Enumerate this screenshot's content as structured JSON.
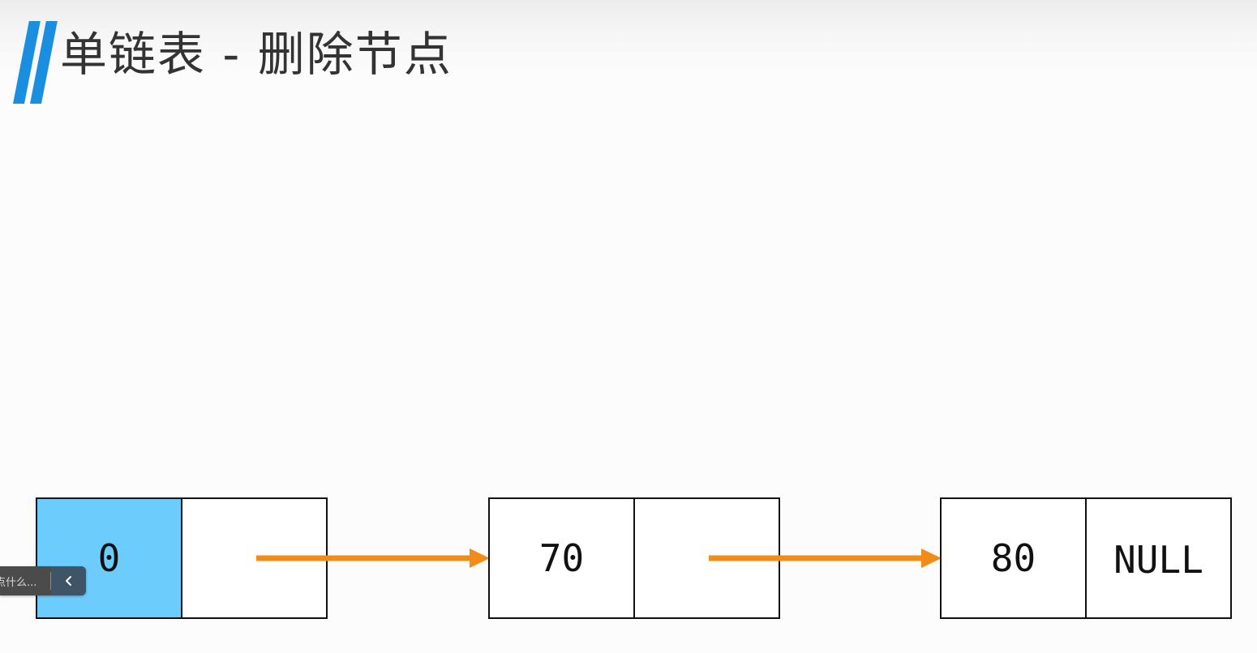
{
  "title": "单链表 - 删除节点",
  "colors": {
    "accent": "#1a8fe0",
    "highlight": "#6ccdfd",
    "arrow": "#f28c18",
    "border": "#111111"
  },
  "nodes": [
    {
      "value": "0",
      "next": "",
      "highlighted": true
    },
    {
      "value": "70",
      "next": "",
      "highlighted": false
    },
    {
      "value": "80",
      "next": "NULL",
      "highlighted": false
    }
  ],
  "toolbar": {
    "text": "点什么...",
    "toggle_icon": "chevron-left-icon"
  }
}
